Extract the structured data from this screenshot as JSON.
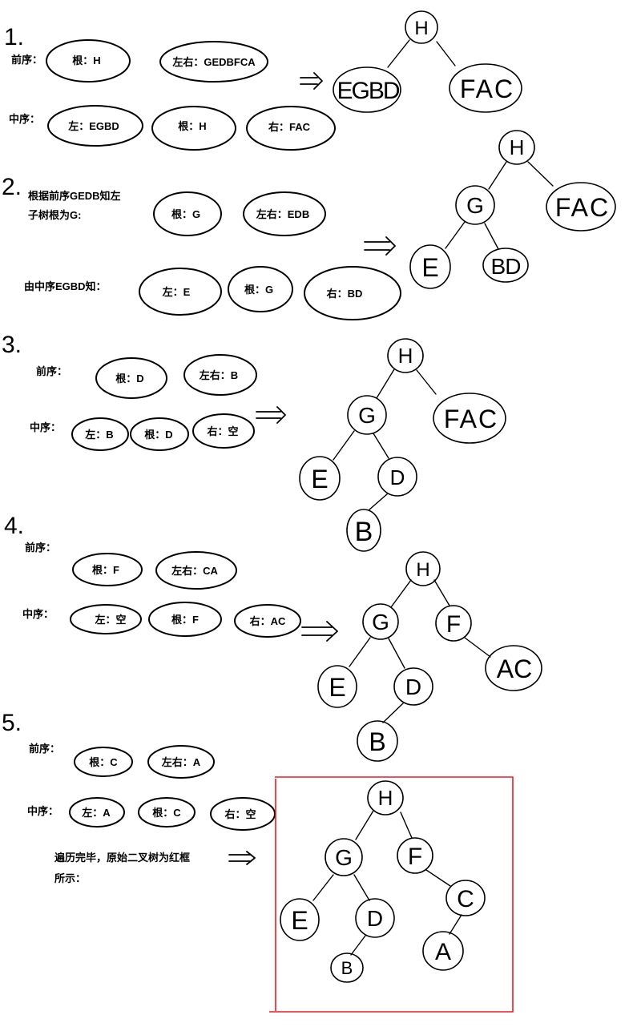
{
  "steps": [
    {
      "number": "1.",
      "preorder_label": "前序：",
      "preorder": [
        "根：H",
        "左右：GEDBFCA"
      ],
      "inorder_label": "中序：",
      "inorder": [
        "左：EGBD",
        "根：H",
        "右：FAC"
      ],
      "tree_nodes": [
        "H",
        "EGBD",
        "FAC"
      ]
    },
    {
      "number": "2.",
      "preorder_label": [
        "根据前序GEDB知左",
        "子树根为G:"
      ],
      "preorder": [
        "根：G",
        "左右：EDB"
      ],
      "inorder_label": "由中序EGBD知：",
      "inorder": [
        "左：E",
        "根：G",
        "右：BD"
      ],
      "tree_nodes": [
        "H",
        "G",
        "FAC",
        "E",
        "BD"
      ]
    },
    {
      "number": "3.",
      "preorder_label": "前序：",
      "preorder": [
        "根：D",
        "左右：B"
      ],
      "inorder_label": "中序：",
      "inorder": [
        "左：B",
        "根：D",
        "右：空"
      ],
      "tree_nodes": [
        "H",
        "G",
        "FAC",
        "E",
        "D",
        "B"
      ]
    },
    {
      "number": "4.",
      "preorder_label": "前序：",
      "preorder": [
        "根：F",
        "左右：CA"
      ],
      "inorder_label": "中序：",
      "inorder": [
        "左：空",
        "根：F",
        "右：AC"
      ],
      "tree_nodes": [
        "H",
        "G",
        "F",
        "E",
        "D",
        "AC",
        "B"
      ]
    },
    {
      "number": "5.",
      "preorder_label": "前序：",
      "preorder": [
        "根：C",
        "左右：A"
      ],
      "inorder_label": "中序：",
      "inorder": [
        "左：A",
        "根：C",
        "右：空"
      ],
      "note": [
        "遍历完毕，原始二叉树为红框",
        "所示："
      ],
      "tree_nodes": [
        "H",
        "G",
        "F",
        "E",
        "D",
        "C",
        "B",
        "A"
      ]
    }
  ],
  "colors": {
    "ink": "#000000",
    "frame": "#ed1c24"
  }
}
